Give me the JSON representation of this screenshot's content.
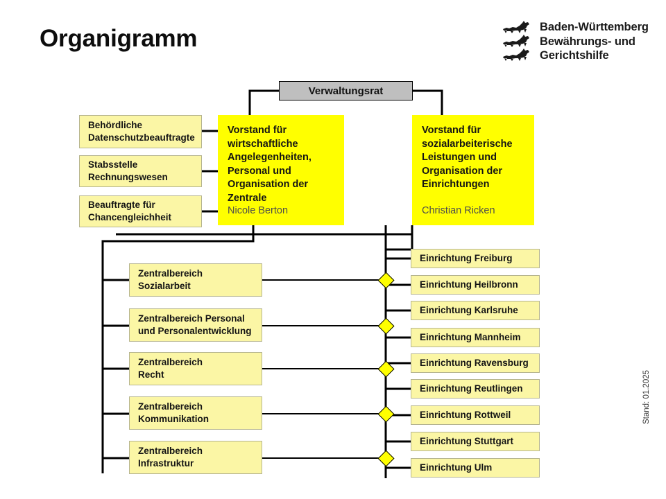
{
  "page": {
    "title": "Organigramm",
    "stand_note": "Stand: 01.2025"
  },
  "logo": {
    "line1": "Baden-Württemberg",
    "line2": "Bewährungs- und",
    "line3": "Gerichtshilfe",
    "emblem": "three-lions-icon"
  },
  "chart": {
    "board": {
      "label": "Verwaltungsrat"
    },
    "executives": [
      {
        "title": "Vorstand für\nwirtschaftliche\nAngelegenheiten,\nPersonal und\nOrganisation der\nZentrale",
        "person": "Nicole Berton"
      },
      {
        "title": "Vorstand für\nsozialarbeiterische\nLeistungen und\nOrganisation der\nEinrichtungen",
        "person": "Christian Ricken"
      }
    ],
    "staff_units": [
      {
        "label": "Behördliche\nDatenschutzbeauftragte"
      },
      {
        "label": "Stabsstelle\nRechnungswesen"
      },
      {
        "label": "Beauftragte für\nChancengleichheit"
      }
    ],
    "central_areas": [
      {
        "label": "Zentralbereich\nSozialarbeit"
      },
      {
        "label": "Zentralbereich Personal\nund Personalentwicklung"
      },
      {
        "label": "Zentralbereich\nRecht"
      },
      {
        "label": "Zentralbereich\nKommunikation"
      },
      {
        "label": "Zentralbereich\nInfrastruktur"
      }
    ],
    "facilities": [
      {
        "label": "Einrichtung Freiburg"
      },
      {
        "label": "Einrichtung Heilbronn"
      },
      {
        "label": "Einrichtung Karlsruhe"
      },
      {
        "label": "Einrichtung Mannheim"
      },
      {
        "label": "Einrichtung Ravensburg"
      },
      {
        "label": "Einrichtung Reutlingen"
      },
      {
        "label": "Einrichtung Rottweil"
      },
      {
        "label": "Einrichtung Stuttgart"
      },
      {
        "label": "Einrichtung Ulm"
      }
    ]
  },
  "colors": {
    "bright_yellow": "#ffff00",
    "pale_yellow": "#fbf6a5",
    "board_gray": "#bfbfbf",
    "line": "#000000"
  }
}
